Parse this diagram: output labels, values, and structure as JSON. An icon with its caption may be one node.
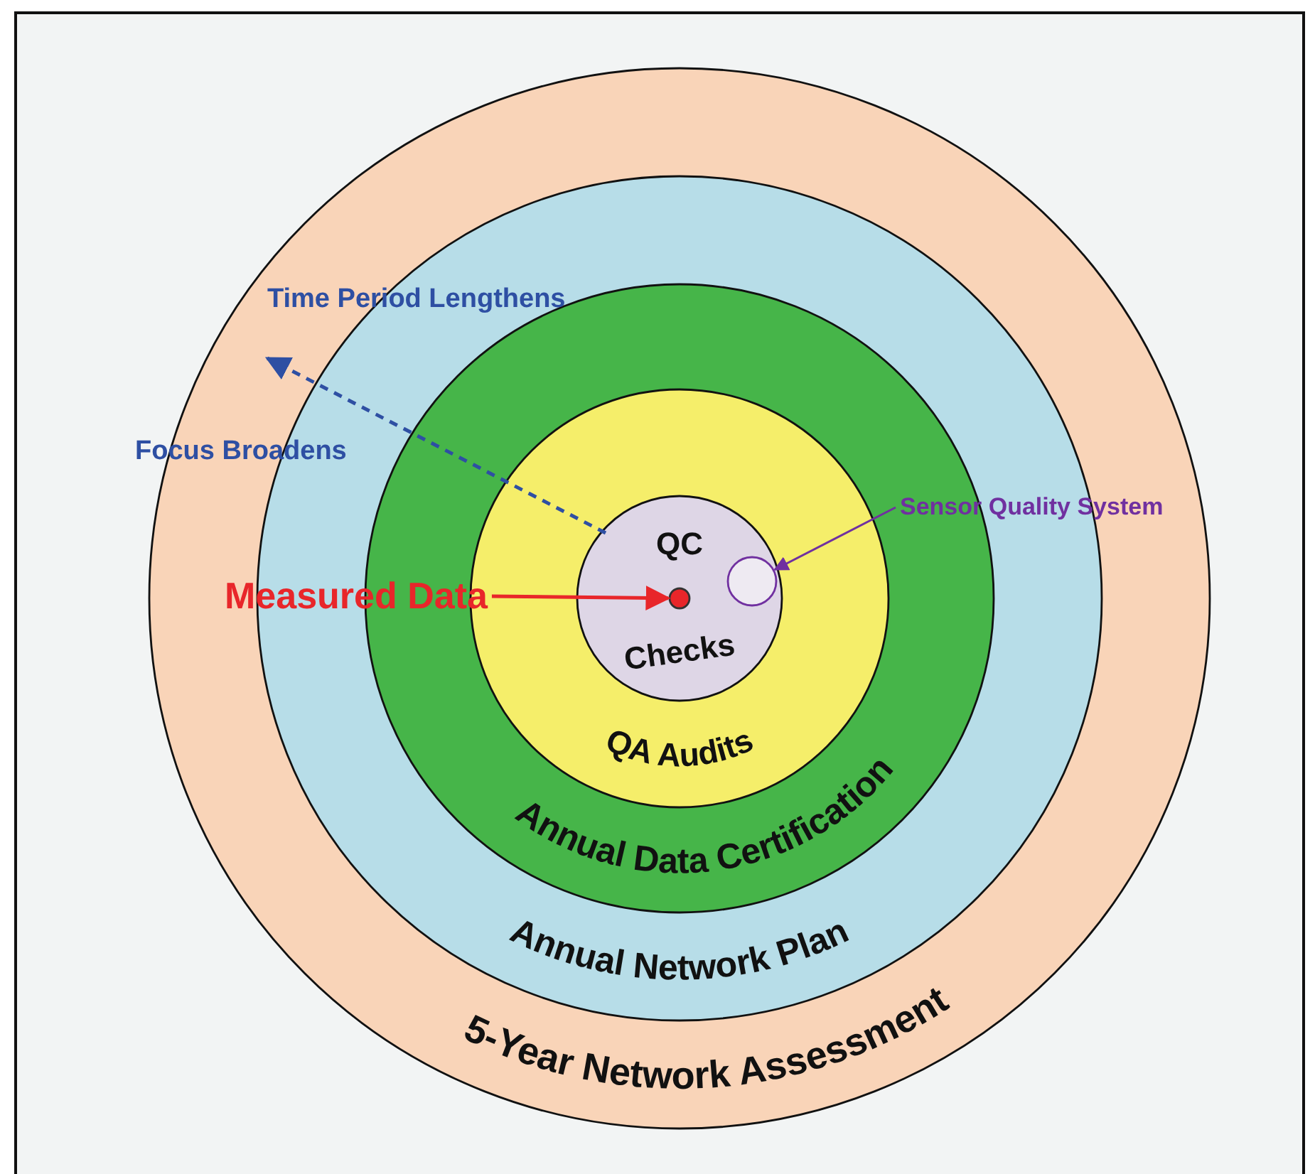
{
  "diagram": {
    "nodes": [
      {
        "text": [
          "5-Year Network Assessment"
        ]
      },
      {
        "text": [
          "Annual Network Plan"
        ],
        "in": 0
      },
      {
        "text": [
          "Annual Data Certification"
        ],
        "in": 1
      },
      {
        "text": [
          "QA Audits"
        ],
        "in": 2
      },
      {
        "text": [
          "QC",
          "Checks"
        ],
        "in": 3
      },
      {
        "text": [],
        "shape": "circle",
        "in": 4
      },
      {
        "text": [],
        "shape": "circle",
        "in": 4
      },
      {
        "text": [
          "Measured Data"
        ],
        "in": 0
      },
      {
        "text": [
          "Sensor Quality System"
        ],
        "in": 0
      }
    ],
    "edges": [
      {
        "from": 7,
        "to": 5,
        "arrow": "to",
        "color": "#e8262a"
      },
      {
        "from": 8,
        "to": 6,
        "arrow": "to",
        "color": "#7030a0"
      }
    ],
    "labels": [
      "Time Period Lengthens",
      "Focus Broadens"
    ]
  }
}
